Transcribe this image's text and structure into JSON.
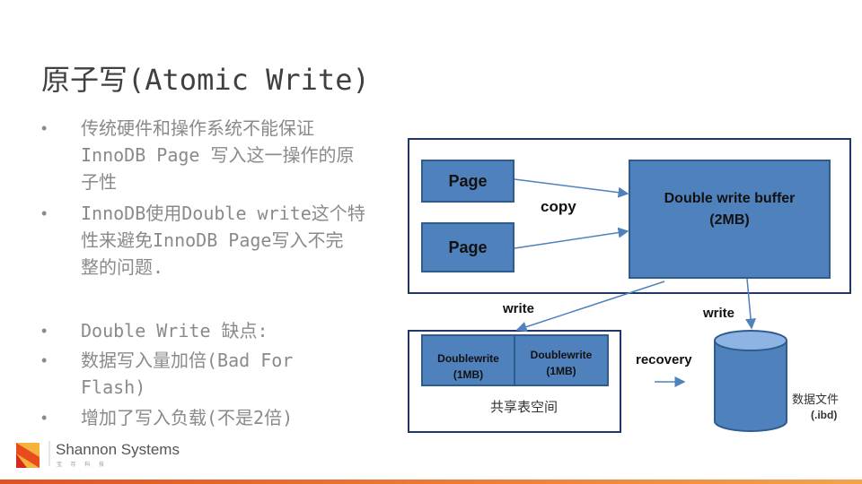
{
  "title": "原子写(Atomic Write)",
  "bullets": [
    {
      "lines": [
        "传统硬件和操作系统不能保证",
        "InnoDB Page 写入这一操作的原",
        "子性"
      ]
    },
    {
      "lines": [
        "InnoDB使用Double write这个特",
        "性来避免InnoDB Page写入不完",
        "整的问题."
      ]
    },
    {
      "lines": [
        "Double Write 缺点:"
      ]
    },
    {
      "lines": [
        "数据写入量加倍(Bad For",
        "Flash)"
      ]
    },
    {
      "lines": [
        "增加了写入负载(不是2倍)"
      ]
    }
  ],
  "diagram": {
    "page1": "Page",
    "page2": "Page",
    "copy": "copy",
    "dwb": "Double write buffer",
    "dwb_size": "(2MB)",
    "write_left": "write",
    "write_right": "write",
    "dw1": "Doublewrite",
    "dw1_size": "(1MB)",
    "dw2": "Doublewrite",
    "dw2_size": "(1MB)",
    "shared": "共享表空间",
    "recovery": "recovery",
    "datafile": "数据文件",
    "datafile_ext": "(.ibd)"
  },
  "footer": {
    "company": "Shannon Systems",
    "company_cn": "宝 存 科 技"
  },
  "colors": {
    "box": "#4f81bd",
    "border": "#1f3864",
    "text_gray": "#8a8a8a"
  }
}
